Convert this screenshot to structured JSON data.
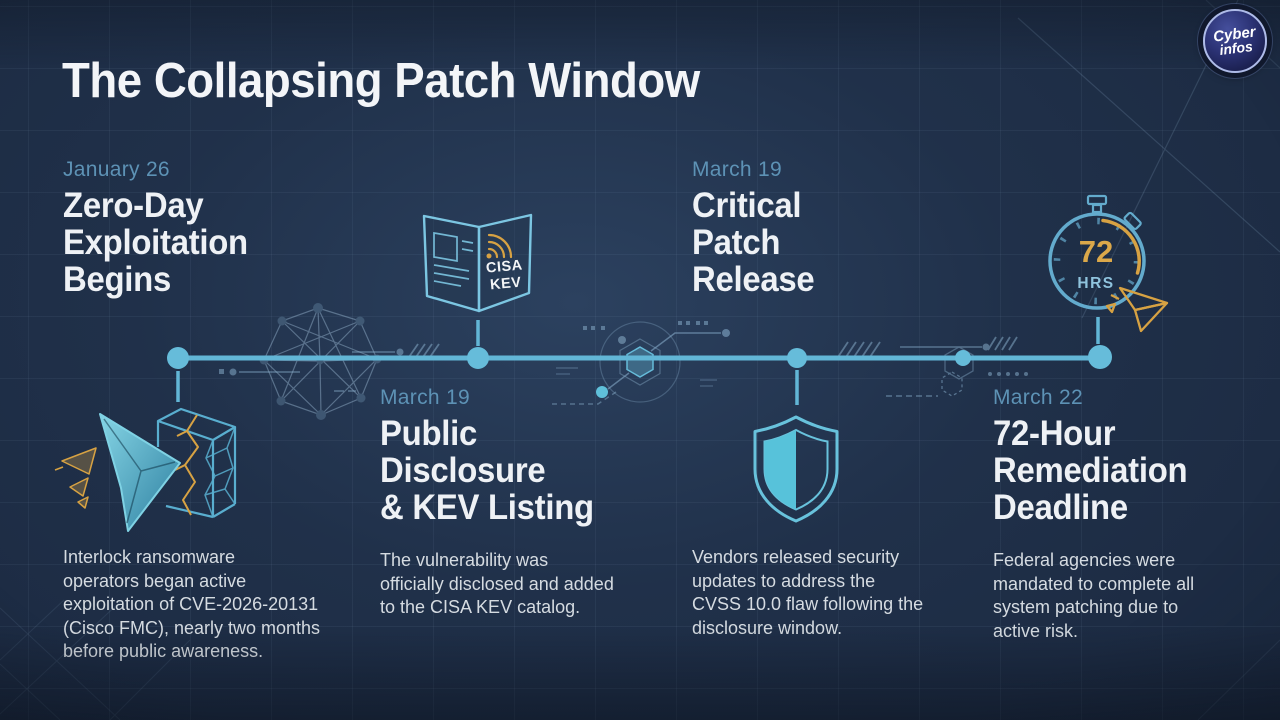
{
  "page": {
    "title": "The Collapsing Patch Window"
  },
  "brand": {
    "name_line1": "Cyber",
    "name_line2": "infos"
  },
  "timeline": {
    "milestones": [
      {
        "date": "January 26",
        "title": "Zero-Day\nExploitation\nBegins",
        "description": "Interlock ransomware\noperators began active\nexploitation of CVE-2026-20131\n(Cisco FMC), nearly two months\nbefore public awareness.",
        "icon": "shattered-cube-arrow-icon",
        "side": "above"
      },
      {
        "date": "March 19",
        "title": "Public\nDisclosure\n& KEV Listing",
        "description": "The vulnerability was\nofficially disclosed and added\nto the CISA KEV catalog.",
        "icon": "cisa-kev-booklet-icon",
        "side": "below"
      },
      {
        "date": "March 19",
        "title": "Critical\nPatch\nRelease",
        "description": "Vendors released security\nupdates to address the\nCVSS 10.0 flaw following the\ndisclosure window.",
        "icon": "half-shield-icon",
        "side": "above"
      },
      {
        "date": "March 22",
        "title": "72-Hour\nRemediation\nDeadline",
        "description": "Federal agencies were\nmandated to complete all\nsystem patching due to\nactive risk.",
        "icon": "stopwatch-icon",
        "side": "below"
      }
    ]
  },
  "icon_text": {
    "booklet_line1": "CISA",
    "booklet_line2": "KEV",
    "stopwatch_value": "72",
    "stopwatch_unit": "HRS"
  },
  "colors": {
    "background": "#1d2c44",
    "timeline_teal": "#62b6d6",
    "accent_gold": "#d7a243",
    "date_blue": "#5d92b5",
    "headline_white": "#eef1f5",
    "body_text": "#d5dbe1"
  }
}
